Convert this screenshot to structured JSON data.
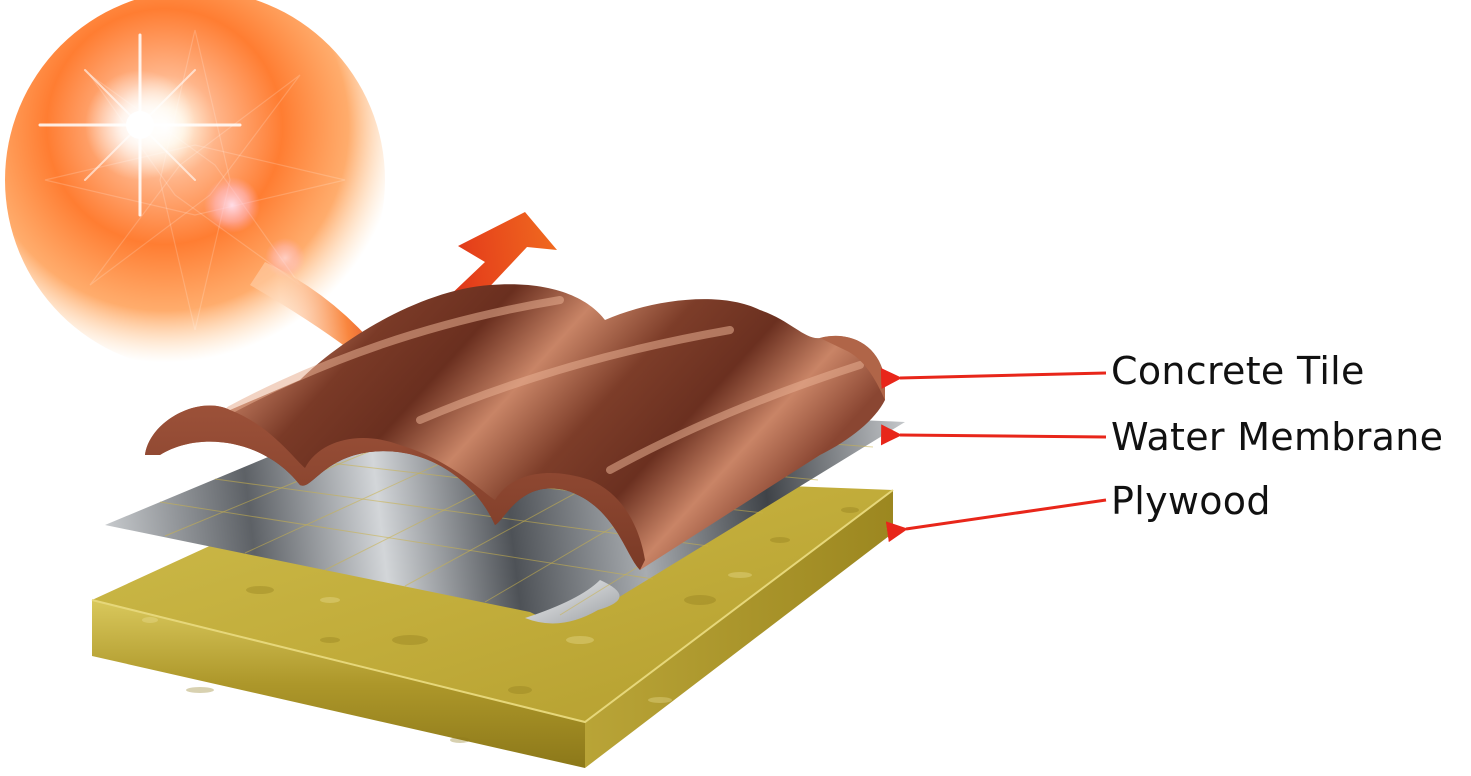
{
  "diagram": {
    "layers": [
      {
        "id": "tile",
        "label": "Concrete Tile"
      },
      {
        "id": "membrane",
        "label": "Water Membrane"
      },
      {
        "id": "plywood",
        "label": "Plywood"
      }
    ]
  },
  "colors": {
    "tile": "#9b5238",
    "tile_dark": "#5e2a1b",
    "tile_light": "#d9957a",
    "membrane": "#6e7276",
    "membrane_light": "#d6d9dc",
    "plywood_top": "#c2ad3e",
    "plywood_side": "#a99324",
    "sun_core": "#fff6e8",
    "sun_outer": "#ff7a1e",
    "heat_arrow": "#e9421c",
    "pointer_arrows": "#e8261a"
  },
  "icons": {
    "sun": "sun-icon",
    "heat_reflection_arrow": "reflection-arrow-icon"
  }
}
